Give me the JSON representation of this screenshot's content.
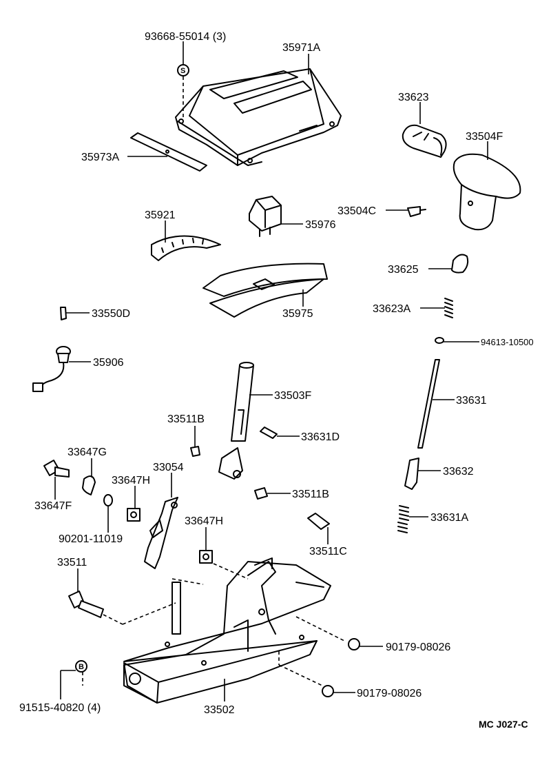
{
  "diagram_code": "MC J027-C",
  "labels": {
    "l93668": "93668-55014 (3)",
    "l35971A": "35971A",
    "l33623": "33623",
    "l33504F": "33504F",
    "l35973A": "35973A",
    "l35921": "35921",
    "l35976": "35976",
    "l33504C": "33504C",
    "l33625": "33625",
    "l35975": "35975",
    "l33623A": "33623A",
    "l33550D": "33550D",
    "l94613": "94613-10500",
    "l35906": "35906",
    "l33503F": "33503F",
    "l33631": "33631",
    "l33511B_a": "33511B",
    "l33631D": "33631D",
    "l33647G": "33647G",
    "l33054": "33054",
    "l33632": "33632",
    "l33647H_a": "33647H",
    "l33511B_b": "33511B",
    "l33647F": "33647F",
    "l33631A": "33631A",
    "l90201": "90201-11019",
    "l33647H_b": "33647H",
    "l33511C": "33511C",
    "l33511": "33511",
    "l90179_a": "90179-08026",
    "l91515": "91515-40820 (4)",
    "l33502": "33502",
    "l90179_b": "90179-08026"
  },
  "symbols": {
    "screw": "S",
    "bolt": "B"
  }
}
